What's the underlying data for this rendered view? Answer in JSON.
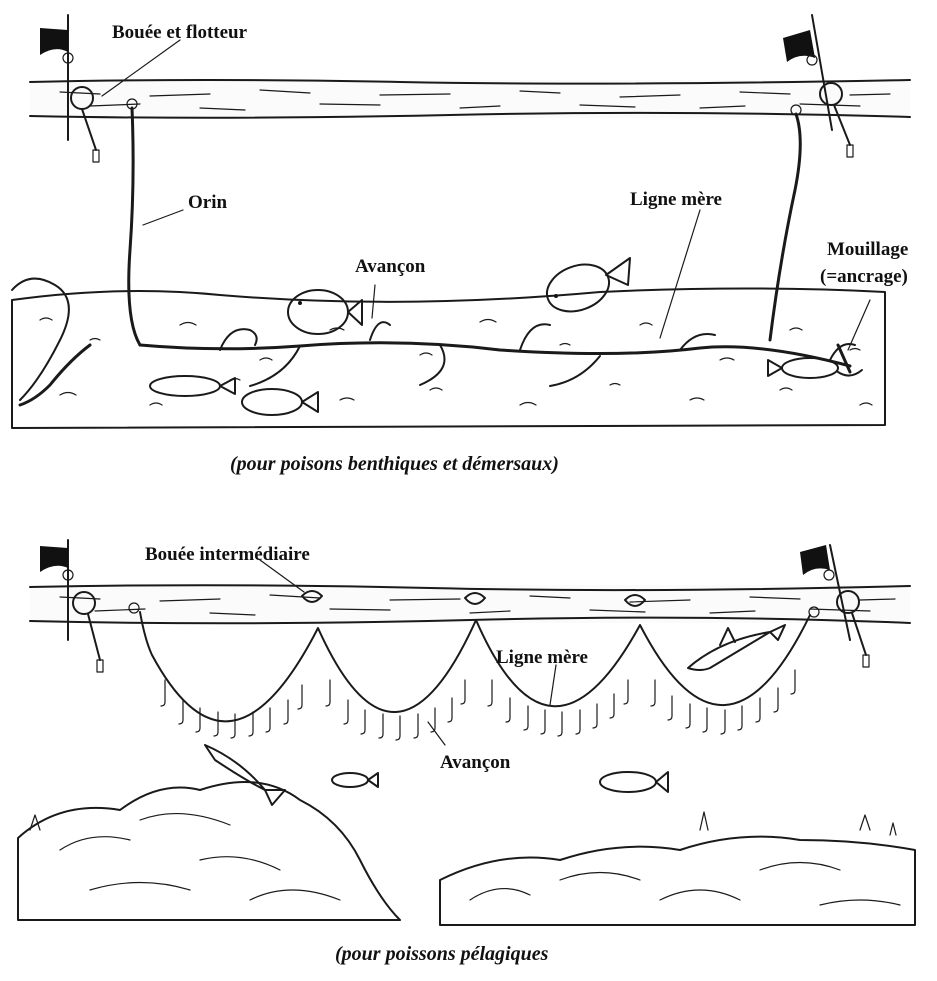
{
  "benthic_panel": {
    "label_buoy_float": "Bouée et flotteur",
    "label_orin": "Orin",
    "label_main_line": "Ligne mère",
    "label_snood": "Avançon",
    "label_mooring_1": "Mouillage",
    "label_mooring_2": "(=ancrage)",
    "caption": "(pour poisons benthiques et démersaux)"
  },
  "pelagic_panel": {
    "label_intermediate_buoy": "Bouée intermédiaire",
    "label_main_line": "Ligne mère",
    "label_snood": "Avançon",
    "caption": "(pour poissons pélagiques"
  }
}
